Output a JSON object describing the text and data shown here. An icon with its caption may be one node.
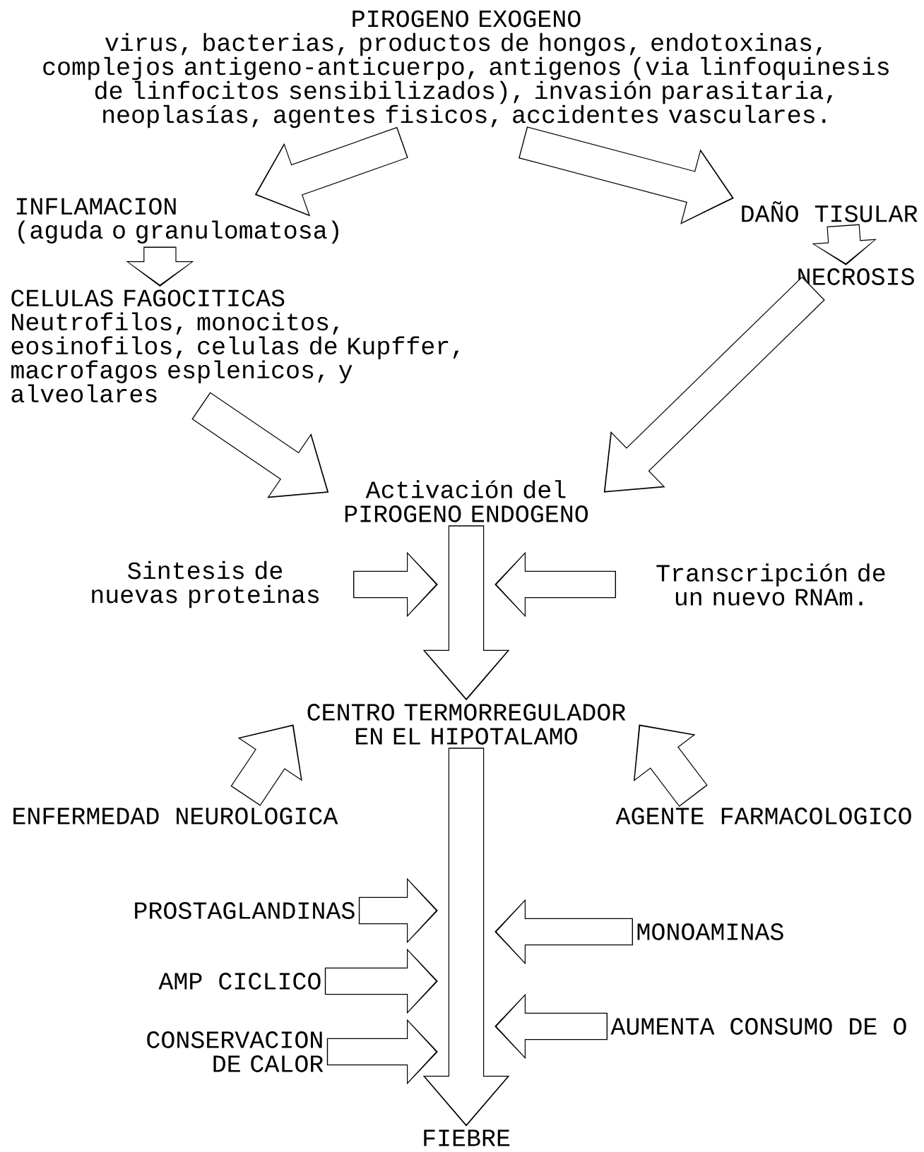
{
  "diagram": {
    "nodes": [
      {
        "text": [
          "PIROGENO EXOGENO",
          "virus, bacterias, productos de hongos, endotoxinas, complejos antigeno-anticuerpo, antigenos (via linfoquinesis de linfocitos sensibilizados), invasión parasitaria, neoplasías, agentes fisicos, accidentes vasculares."
        ]
      },
      {
        "text": [
          "INFLAMACION",
          "(aguda o granulomatosa)"
        ]
      },
      {
        "text": [
          "CELULAS FAGOCITICAS",
          "Neutrofilos, monocitos, eosinofilos, celulas de Kupffer, macrofagos esplenicos, y alveolares"
        ]
      },
      {
        "text": [
          "DAÑO TISULAR"
        ]
      },
      {
        "text": [
          "NECROSIS"
        ]
      },
      {
        "text": [
          "Activación del PIROGENO ENDOGENO"
        ]
      },
      {
        "text": [
          "Sintesis de nuevas proteinas"
        ]
      },
      {
        "text": [
          "Transcripción de un nuevo RNAm."
        ]
      },
      {
        "text": [
          "CENTRO TERMORREGULADOR EN EL HIPOTALAMO"
        ]
      },
      {
        "text": [
          "ENFERMEDAD NEUROLOGICA"
        ]
      },
      {
        "text": [
          "AGENTE FARMACOLOGICO"
        ]
      },
      {
        "text": [
          "PROSTAGLANDINAS"
        ]
      },
      {
        "text": [
          "AMP CICLICO"
        ]
      },
      {
        "text": [
          "CONSERVACION DE CALOR"
        ]
      },
      {
        "text": [
          "MONOAMINAS"
        ]
      },
      {
        "text": [
          "AUMENTA CONSUMO DE O"
        ]
      },
      {
        "text": [
          "FIEBRE"
        ]
      }
    ],
    "edges": [
      {
        "from": 0,
        "to": 1,
        "arrow": "to"
      },
      {
        "from": 0,
        "to": 3,
        "arrow": "to"
      },
      {
        "from": 1,
        "to": 2,
        "arrow": "to"
      },
      {
        "from": 3,
        "to": 4,
        "arrow": "to"
      },
      {
        "from": 2,
        "to": 5,
        "arrow": "to"
      },
      {
        "from": 4,
        "to": 5,
        "arrow": "to"
      },
      {
        "from": 5,
        "to": 8,
        "arrow": "to"
      },
      {
        "from": 6,
        "to": null,
        "arrow": "to"
      },
      {
        "from": 7,
        "to": null,
        "arrow": "to"
      },
      {
        "from": 9,
        "to": 8,
        "arrow": "to"
      },
      {
        "from": 10,
        "to": 8,
        "arrow": "to"
      },
      {
        "from": 8,
        "to": 16,
        "arrow": "to"
      },
      {
        "from": 11,
        "to": null,
        "arrow": "to"
      },
      {
        "from": 12,
        "to": null,
        "arrow": "to"
      },
      {
        "from": 13,
        "to": null,
        "arrow": "to"
      },
      {
        "from": 14,
        "to": null,
        "arrow": "to"
      },
      {
        "from": 15,
        "to": null,
        "arrow": "to"
      }
    ]
  }
}
